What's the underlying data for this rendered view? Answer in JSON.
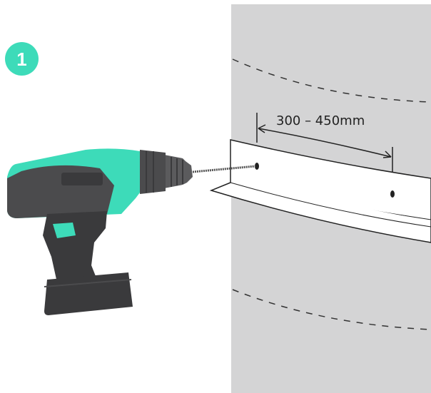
{
  "step": {
    "number": "1"
  },
  "dimension": {
    "label": "300 – 450mm"
  },
  "colors": {
    "wall": "#d4d4d5",
    "accent": "#3ddbb9",
    "drill_body": "#4b4b4d",
    "drill_dark": "#3a3a3c",
    "drill_chuck": "#5b5b5d",
    "strip_fill": "#ffffff",
    "line": "#222222",
    "step_badge": "#3ddbb9"
  },
  "icons": {
    "drill": "cordless-drill-icon",
    "screw": "screw-icon",
    "strip": "mounting-strip",
    "arrow": "dimension-arrow-icon"
  }
}
